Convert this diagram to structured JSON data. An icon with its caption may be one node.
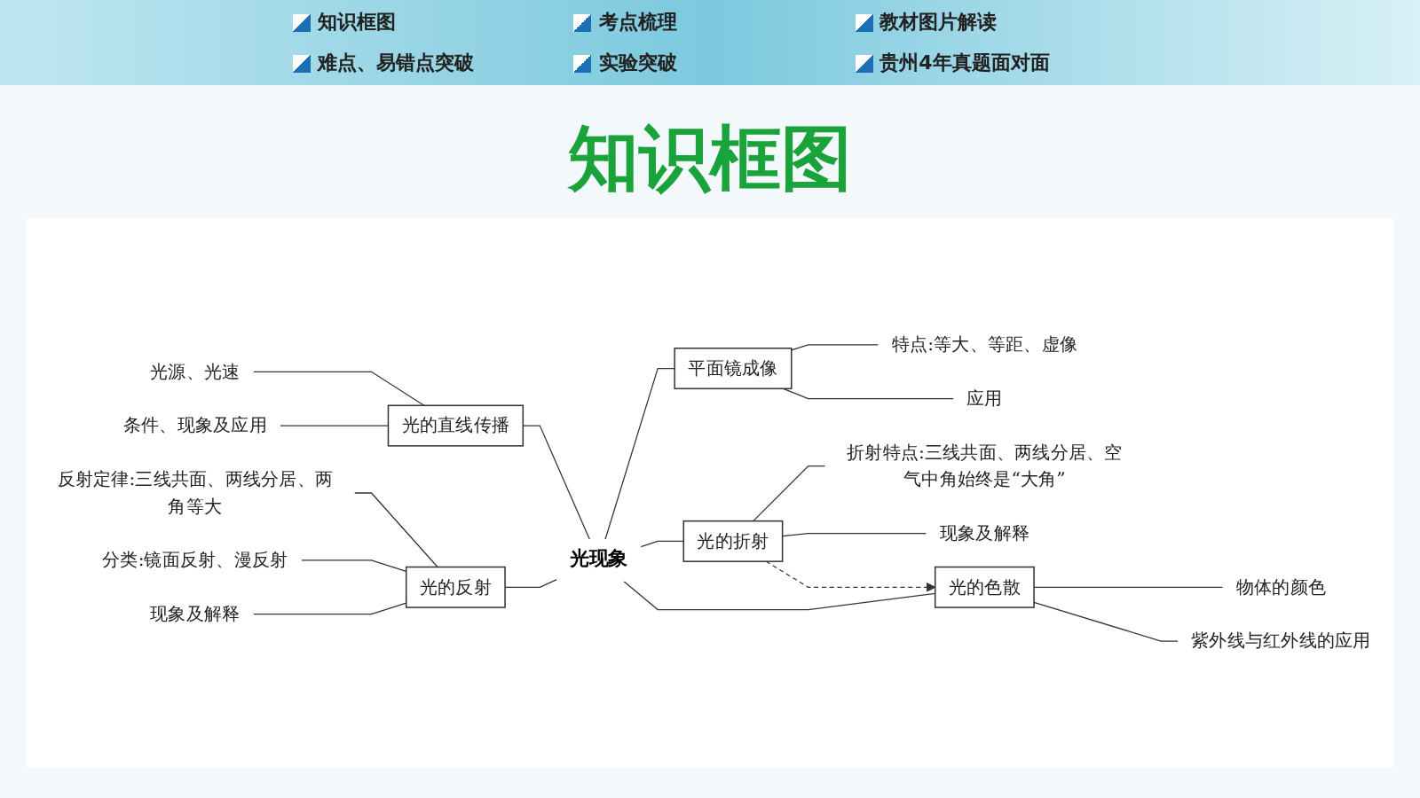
{
  "diagram": {
    "title": "知识框图",
    "nodes": [
      {
        "text": [
          "光源、光速"
        ]
      },
      {
        "text": [
          "条件、现象及应用"
        ]
      },
      {
        "text": [
          "光的直线传播"
        ]
      },
      {
        "text": [
          "反射定律:三线共面、两线分居、两角等大"
        ]
      },
      {
        "text": [
          "分类:镜面反射、漫反射"
        ]
      },
      {
        "text": [
          "现象及解释"
        ]
      },
      {
        "text": [
          "光的反射"
        ]
      },
      {
        "text": [
          "光现象"
        ]
      },
      {
        "text": [
          "平面镜成像"
        ]
      },
      {
        "text": [
          "光的折射"
        ]
      },
      {
        "text": [
          "光的色散"
        ]
      },
      {
        "text": [
          "特点:等大、等距、虚像"
        ]
      },
      {
        "text": [
          "应用"
        ]
      },
      {
        "text": [
          "折射特点:三线共面、两线分居、空气中角始终是“大角”"
        ]
      },
      {
        "text": [
          "现象及解释"
        ]
      },
      {
        "text": [
          "物体的颜色"
        ]
      },
      {
        "text": [
          "紫外线与红外线的应用"
        ]
      }
    ],
    "edges": [
      {
        "from": 0,
        "to": 2,
        "arrow": "none"
      },
      {
        "from": 1,
        "to": 2,
        "arrow": "none"
      },
      {
        "from": 2,
        "to": 7,
        "arrow": "none"
      },
      {
        "from": 3,
        "to": 6,
        "arrow": "none"
      },
      {
        "from": 4,
        "to": 6,
        "arrow": "none"
      },
      {
        "from": 5,
        "to": 6,
        "arrow": "none"
      },
      {
        "from": 6,
        "to": 7,
        "arrow": "none"
      },
      {
        "from": 7,
        "to": 8,
        "arrow": "none"
      },
      {
        "from": 7,
        "to": 9,
        "arrow": "none"
      },
      {
        "from": 7,
        "to": 10,
        "arrow": "none"
      },
      {
        "from": 8,
        "to": 11,
        "arrow": "none"
      },
      {
        "from": 8,
        "to": 12,
        "arrow": "none"
      },
      {
        "from": 9,
        "to": 13,
        "arrow": "none"
      },
      {
        "from": 9,
        "to": 14,
        "arrow": "none"
      },
      {
        "from": 9,
        "to": 10,
        "arrow": "to",
        "style": "dashed"
      },
      {
        "from": 10,
        "to": 15,
        "arrow": "none"
      },
      {
        "from": 10,
        "to": 16,
        "arrow": "none"
      }
    ],
    "labels": [
      "知识框图",
      "考点梳理",
      "教材图片解读",
      "难点、易错点突破",
      "实验突破",
      "贵州4年真题面对面"
    ]
  }
}
